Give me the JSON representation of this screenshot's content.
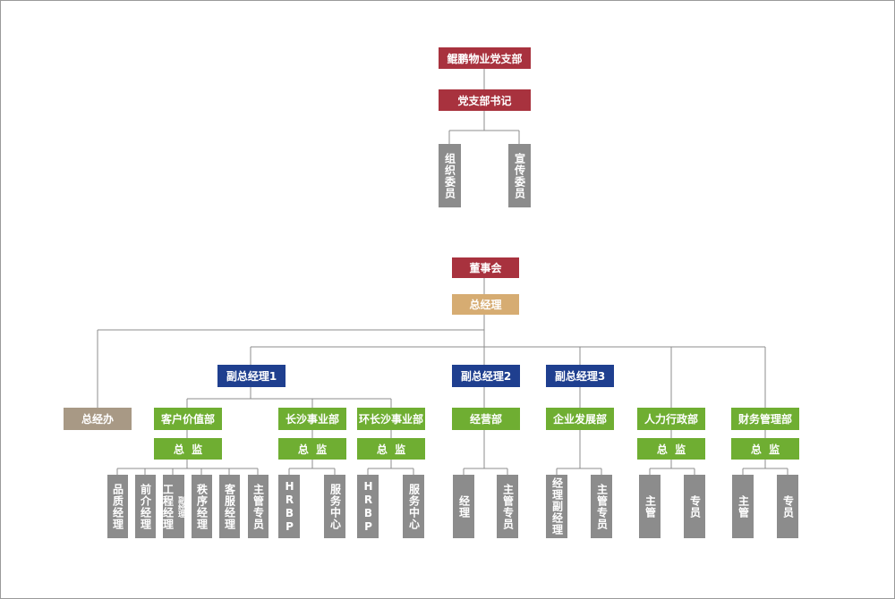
{
  "party": {
    "branch": "鲲鹏物业党支部",
    "secretary": "党支部书记",
    "members": [
      "组织委员",
      "宣传委员"
    ]
  },
  "company": {
    "board": "董事会",
    "gm": "总经理",
    "vgm": [
      "副总经理1",
      "副总经理2",
      "副总经理3"
    ],
    "gm_office": "总经办",
    "depts": {
      "customer": "客户价值部",
      "changsha": "长沙事业部",
      "huanchangsha": "环长沙事业部",
      "operations": "经营部",
      "enterprise": "企业发展部",
      "hr": "人力行政部",
      "finance": "财务管理部"
    },
    "director": "总  监",
    "roles": {
      "quality": "品质经理",
      "pre_service": "前介经理",
      "engineering_a": "工程经理",
      "engineering_b": "副经理",
      "order": "秩序经理",
      "customer_service": "客服经理",
      "supervisor_specialist_cv": "主管专员",
      "hrbp_cs": "HRBP",
      "service_center_cs": "服务中心",
      "hrbp_hcs": "HRBP",
      "service_center_hcs": "服务中心",
      "manager_ops": "经理",
      "supervisor_specialist_ops": "主管专员",
      "manager_vice_ent": "经理副经理",
      "supervisor_specialist_ent": "主管专员",
      "supervisor_hr": "主管",
      "specialist_hr": "专员",
      "supervisor_fin": "主管",
      "specialist_fin": "专员"
    }
  }
}
